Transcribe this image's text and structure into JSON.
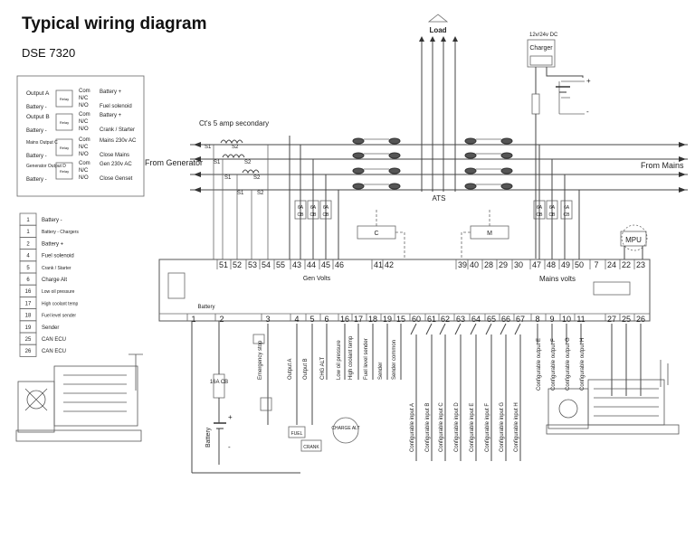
{
  "title": "Typical wiring diagram",
  "subtitle": "DSE 7320",
  "relay_box": {
    "groups": [
      {
        "output": "Output A",
        "relay": "Relay",
        "battery": "Battery -",
        "com": "Com",
        "nc": "N/C",
        "no": "N/O",
        "com_label": "Battery +",
        "nc_label": "",
        "no_label": "Fuel solenoid"
      },
      {
        "output": "Output B",
        "relay": "Relay",
        "battery": "Battery -",
        "com": "Com",
        "nc": "N/C",
        "no": "N/O",
        "com_label": "Battery +",
        "nc_label": "",
        "no_label": "Crank / Starter"
      },
      {
        "output": "Mains Output C",
        "relay": "Relay",
        "battery": "Battery -",
        "com": "Com",
        "nc": "N/C",
        "no": "N/O",
        "com_label": "Mains 230v AC",
        "nc_label": "",
        "no_label": "Close Mains"
      },
      {
        "output": "Generator Output D",
        "relay": "Relay",
        "battery": "Battery -",
        "com": "Com",
        "nc": "N/C",
        "no": "N/O",
        "com_label": "Gen 230v AC",
        "nc_label": "",
        "no_label": "Close Genset"
      }
    ]
  },
  "legend": [
    {
      "num": "1",
      "text": "Battery -"
    },
    {
      "num": "1",
      "text": "Battery - Chargers"
    },
    {
      "num": "2",
      "text": "Battery +"
    },
    {
      "num": "4",
      "text": "Fuel solenoid"
    },
    {
      "num": "5",
      "text": "Crank / Starter"
    },
    {
      "num": "6",
      "text": "Charge Alt"
    },
    {
      "num": "16",
      "text": "Low oil pressure"
    },
    {
      "num": "17",
      "text": "High coolant temp"
    },
    {
      "num": "18",
      "text": "Fuel level sender"
    },
    {
      "num": "19",
      "text": "Sender"
    },
    {
      "num": "25",
      "text": "CAN ECU"
    },
    {
      "num": "26",
      "text": "CAN ECU"
    }
  ],
  "load_label": "Load",
  "from_generator": "From Generator",
  "from_mains": "From Mains",
  "ct_label": "Ct's 5 amp secondary",
  "ats_label": "ATS",
  "charger": {
    "header": "12v/24v DC",
    "title": "Charger"
  },
  "cb_label": "6A CB",
  "cb16_label": "16A CB",
  "mpu_label": "MPU",
  "coil_c": "C",
  "coil_m": "M",
  "gen_volts": "Gen Volts",
  "mains_volts": "Mains volts",
  "battery_label": "Battery",
  "top_terminals": [
    "51",
    "52",
    "53",
    "54",
    "55",
    "43",
    "44",
    "45",
    "46",
    "41",
    "42",
    "39",
    "40",
    "28",
    "29",
    "30",
    "47",
    "48",
    "49",
    "50",
    "7",
    "24",
    "22",
    "23"
  ],
  "bottom_terminals": [
    "1",
    "2",
    "3",
    "4",
    "5",
    "6",
    "16",
    "17",
    "18",
    "19",
    "15",
    "60",
    "61",
    "62",
    "63",
    "64",
    "65",
    "66",
    "67",
    "8",
    "9",
    "10",
    "11",
    "27",
    "25",
    "26"
  ],
  "bottom_labels": [
    "Emergency stop",
    "Output A",
    "Output B",
    "CHG ALT",
    "Low oil pressure",
    "High coolant temp",
    "Fuel level sender",
    "Sender",
    "Sender common"
  ],
  "config_inputs": [
    "Configurable input A",
    "Configurable input B",
    "Configurable input C",
    "Configurable input D",
    "Configurable input E",
    "Configurable input F",
    "Configurable input G",
    "Configurable input H"
  ],
  "config_outputs": [
    "Configurable output E",
    "Configurable output F",
    "Configurable output G",
    "Configurable output H"
  ],
  "fuel_label": "FUEL",
  "crank_label": "CRANK",
  "charge_alt_label": "CHARGE ALT",
  "plus": "+",
  "minus": "-"
}
